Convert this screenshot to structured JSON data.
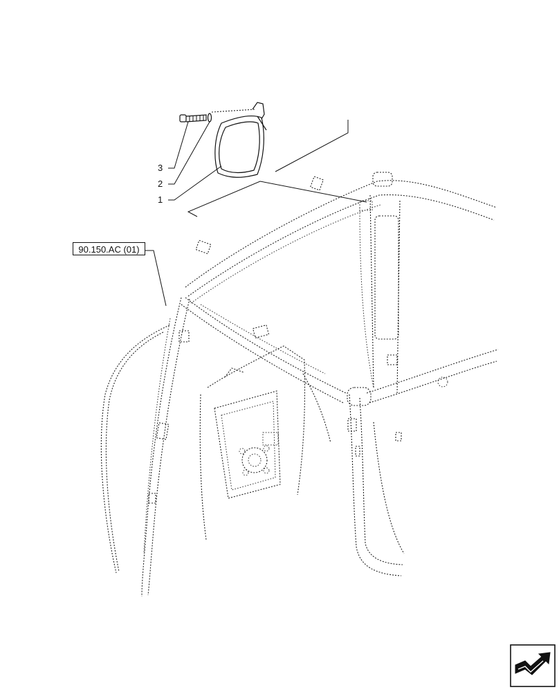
{
  "diagram": {
    "reference_label": "90.150.AC (01)",
    "callouts": [
      {
        "number": "1",
        "part": "mirror"
      },
      {
        "number": "2",
        "part": "washer"
      },
      {
        "number": "3",
        "part": "bolt"
      }
    ]
  },
  "icons": {
    "navigation": "next-page-arrow-icon"
  }
}
